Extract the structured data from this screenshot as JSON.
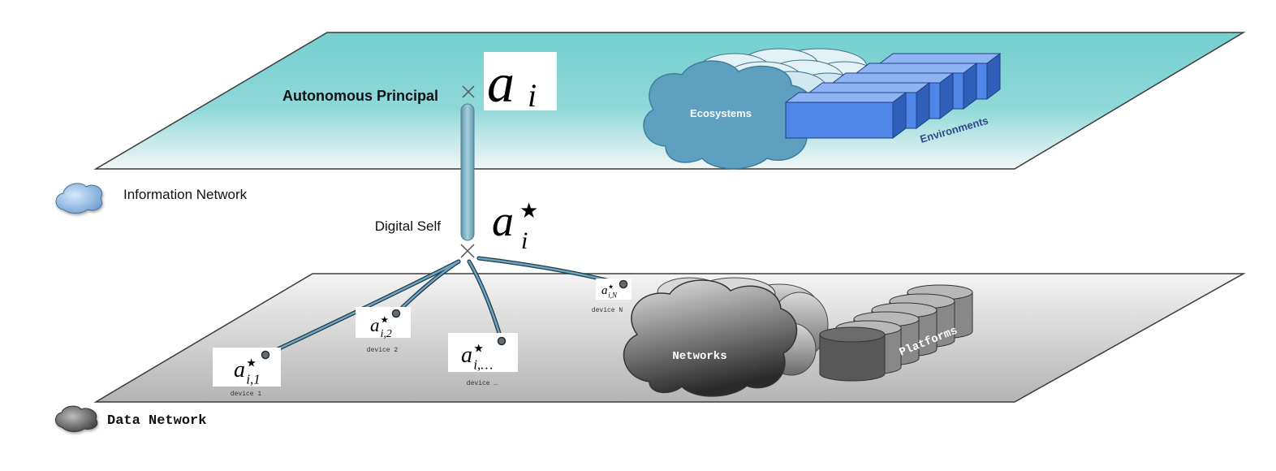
{
  "layers": {
    "top": {
      "label": "Autonomous Principal",
      "symbol_base": "a",
      "symbol_sub": "i",
      "ecosystems_label": "Ecosystems",
      "environments_label": "Environments",
      "fill": "#7ecfcf"
    },
    "middle": {
      "label": "Digital Self",
      "symbol_base": "a",
      "symbol_sub": "i",
      "symbol_sup": "★"
    },
    "bottom": {
      "networks_label": "Networks",
      "platforms_label": "Platforms",
      "fill": "#c8c8c8"
    }
  },
  "legend": {
    "information_network": "Information Network",
    "data_network": "Data Network"
  },
  "devices": [
    {
      "symbol_sub": "i,1",
      "label": "device  1"
    },
    {
      "symbol_sub": "i,2",
      "label": "device  2"
    },
    {
      "symbol_sub": "i,…",
      "label": "device …"
    },
    {
      "symbol_sub": "i,N",
      "label": "device  N"
    }
  ],
  "colors": {
    "ecosystem_cloud": "#5f9fc0",
    "environment_box": "#4f86e8",
    "network_cloud": "#6f6f6f",
    "platform_cylinder": "#888888",
    "link": "#4a88a8"
  }
}
